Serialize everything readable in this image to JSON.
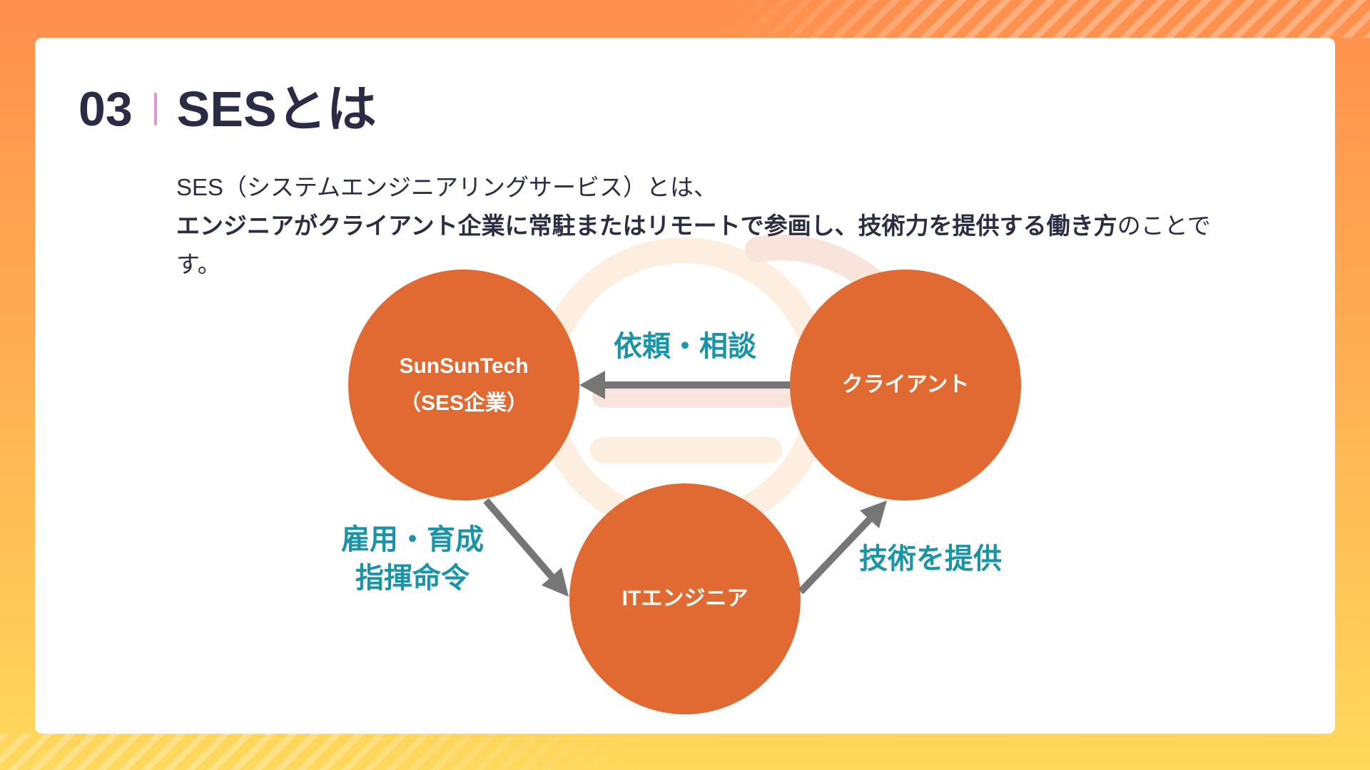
{
  "slide": {
    "number": "03",
    "title": "SESとは"
  },
  "intro": {
    "line1": "SES（システムエンジニアリングサービス）とは、",
    "line2_bold": "エンジニアがクライアント企業に常駐またはリモートで参画し、技術力を提供する働き方",
    "line2_rest": "のことで",
    "line3": "す。"
  },
  "diagram": {
    "nodes": {
      "ses_company": {
        "line1": "SunSunTech",
        "line2": "（SES企業）"
      },
      "client": {
        "label": "クライアント"
      },
      "engineer": {
        "label": "ITエンジニア"
      }
    },
    "edges": {
      "client_to_ses": {
        "label": "依頼・相談"
      },
      "ses_to_engineer": {
        "line1": "雇用・育成",
        "line2": "指揮命令"
      },
      "engineer_to_client": {
        "label": "技術を提供"
      }
    }
  },
  "colors": {
    "bg_top": "#ff8f4d",
    "bg_mid": "#ffb154",
    "bg_bottom": "#ffd95b",
    "card": "#ffffff",
    "title": "#2a2c45",
    "separator": "#e294d3",
    "body_text": "#2b2d42",
    "node_fill": "#e16a33",
    "node_text": "#ffffff",
    "edge_label": "#1b94a7",
    "arrow": "#767676",
    "decor_peach": "#fdeedf",
    "decor_pink": "#f9e4dc"
  }
}
